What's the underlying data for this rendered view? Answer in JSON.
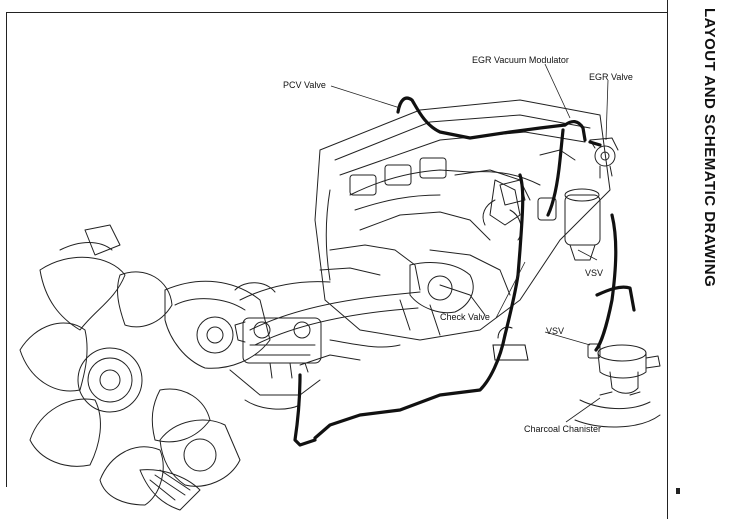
{
  "page": {
    "side_title": "LAYOUT AND SCHEMATIC DRAWING"
  },
  "labels": {
    "pcv_valve": "PCV Valve",
    "egr_vacuum_modulator": "EGR Vacuum Modulator",
    "egr_valve": "EGR Valve",
    "vsv_upper": "VSV",
    "check_valve": "Check Valve",
    "vsv_lower": "VSV",
    "charcoal_canister": "Charcoal Chanister"
  },
  "colors": {
    "line": "#222222",
    "hose": "#111111",
    "background": "#ffffff"
  }
}
